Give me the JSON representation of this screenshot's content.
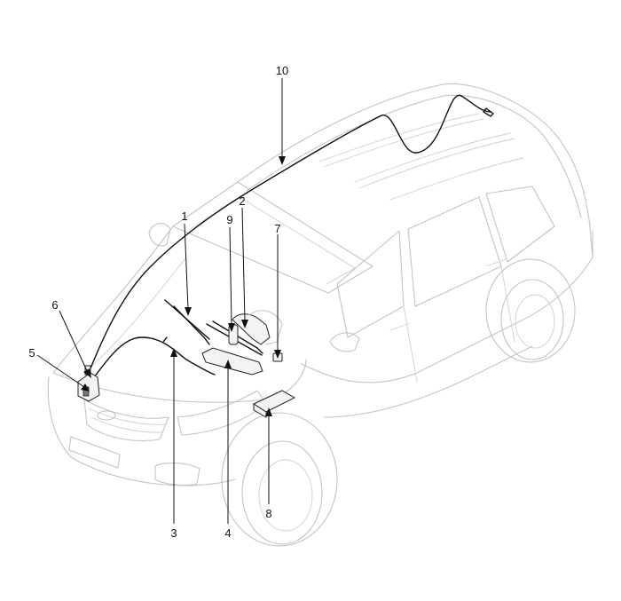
{
  "diagram": {
    "callouts": [
      {
        "id": "1",
        "label": "1"
      },
      {
        "id": "2",
        "label": "2"
      },
      {
        "id": "3",
        "label": "3"
      },
      {
        "id": "4",
        "label": "4"
      },
      {
        "id": "5",
        "label": "5"
      },
      {
        "id": "6",
        "label": "6"
      },
      {
        "id": "7",
        "label": "7"
      },
      {
        "id": "8",
        "label": "8"
      },
      {
        "id": "9",
        "label": "9"
      },
      {
        "id": "10",
        "label": "10"
      }
    ]
  },
  "colors": {
    "car_outline": "#c4c4c4",
    "components": "#111111",
    "background": "#ffffff"
  }
}
